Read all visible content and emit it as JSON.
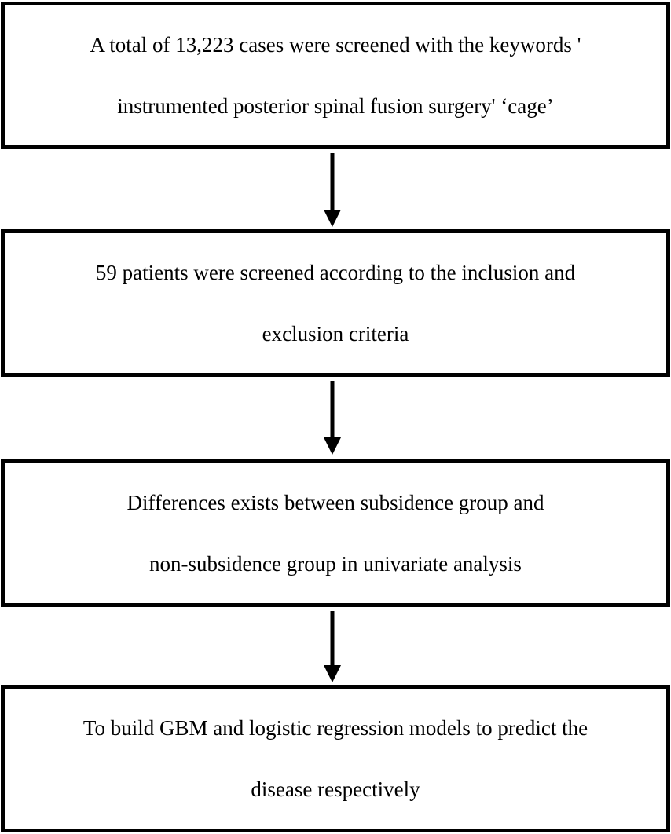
{
  "flowchart": {
    "steps": [
      {
        "line1": "A total of 13,223 cases were screened with the keywords '",
        "line2": "instrumented posterior spinal fusion surgery' ‘cage’"
      },
      {
        "line1": "59 patients were screened according to the inclusion and",
        "line2": "exclusion criteria"
      },
      {
        "line1": "Differences exists between subsidence group and",
        "line2": "non-subsidence group in univariate analysis"
      },
      {
        "line1": "To build GBM and logistic regression models to predict the",
        "line2": "disease respectively"
      }
    ],
    "colors": {
      "border": "#000000",
      "text": "#000000",
      "background": "#ffffff",
      "arrow": "#000000"
    }
  }
}
